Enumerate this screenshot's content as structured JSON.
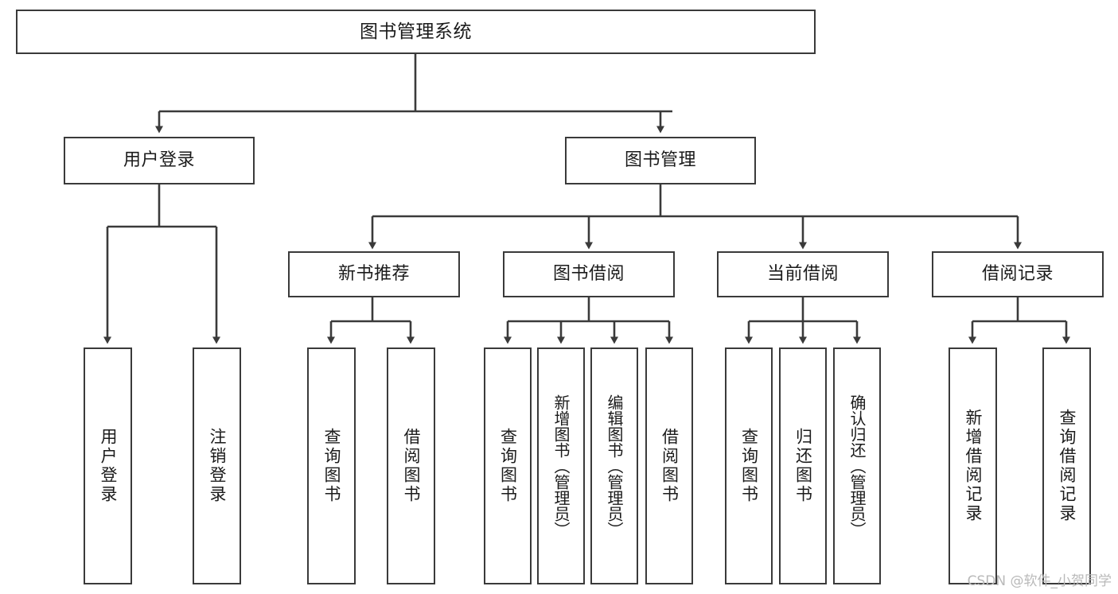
{
  "diagram": {
    "type": "tree-hierarchy",
    "title": "图书管理系统",
    "watermark": "CSDN @软件_小贺同学",
    "colors": {
      "box_border": "#3a3a3a",
      "box_fill": "#ffffff",
      "edge": "#3a3a3a",
      "text": "#1b1b1b",
      "watermark": "#b9b9b9",
      "background": "#ffffff"
    },
    "levels": {
      "root": {
        "label": "图书管理系统"
      },
      "level2": [
        {
          "label": "用户登录"
        },
        {
          "label": "图书管理"
        }
      ],
      "level3": [
        {
          "label": "新书推荐"
        },
        {
          "label": "图书借阅"
        },
        {
          "label": "当前借阅"
        },
        {
          "label": "借阅记录"
        }
      ],
      "leaves": {
        "user_login": [
          {
            "label": "用户登录"
          },
          {
            "label": "注销登录"
          }
        ],
        "new_book_recommend": [
          {
            "label": "查询图书"
          },
          {
            "label": "借阅图书"
          }
        ],
        "book_borrow": [
          {
            "label": "查询图书"
          },
          {
            "label": "新增图书（管理员）"
          },
          {
            "label": "编辑图书（管理员）"
          },
          {
            "label": "借阅图书"
          }
        ],
        "current_borrow": [
          {
            "label": "查询图书"
          },
          {
            "label": "归还图书"
          },
          {
            "label": "确认归还（管理员）"
          }
        ],
        "borrow_record": [
          {
            "label": "新增借阅记录"
          },
          {
            "label": "查询借阅记录"
          }
        ]
      }
    }
  }
}
